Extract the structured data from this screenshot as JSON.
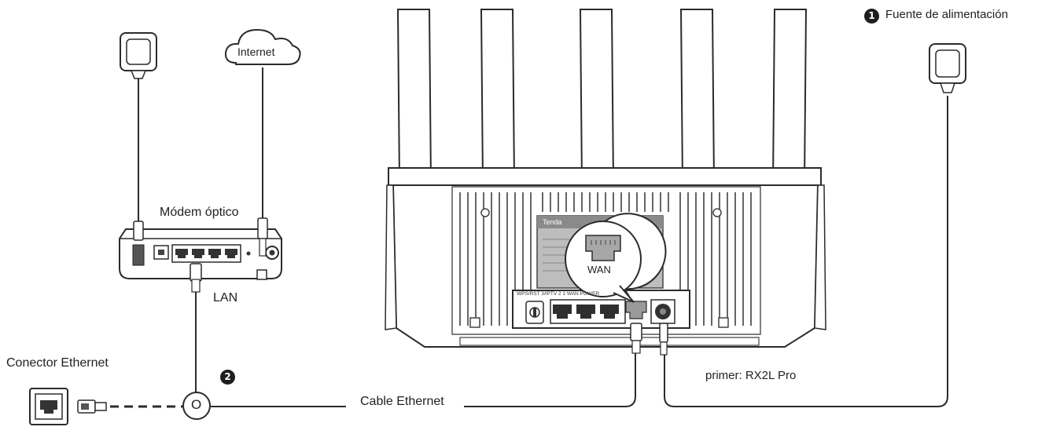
{
  "labels": {
    "power_supply": "Fuente de alimentación",
    "internet": "Internet",
    "optical_modem": "Módem óptico",
    "lan": "LAN",
    "ethernet_jack": "Conector Ethernet",
    "ethernet_cable": "Cable Ethernet",
    "wan": "WAN",
    "router_model": "primer: RX2L Pro",
    "router_brand": "Tenda",
    "port_strip": "WPS/RST   3/IPTV  2  1  WAN  POWER"
  },
  "steps": {
    "power": "1",
    "ethernet": "2"
  },
  "junction_letter": "O"
}
